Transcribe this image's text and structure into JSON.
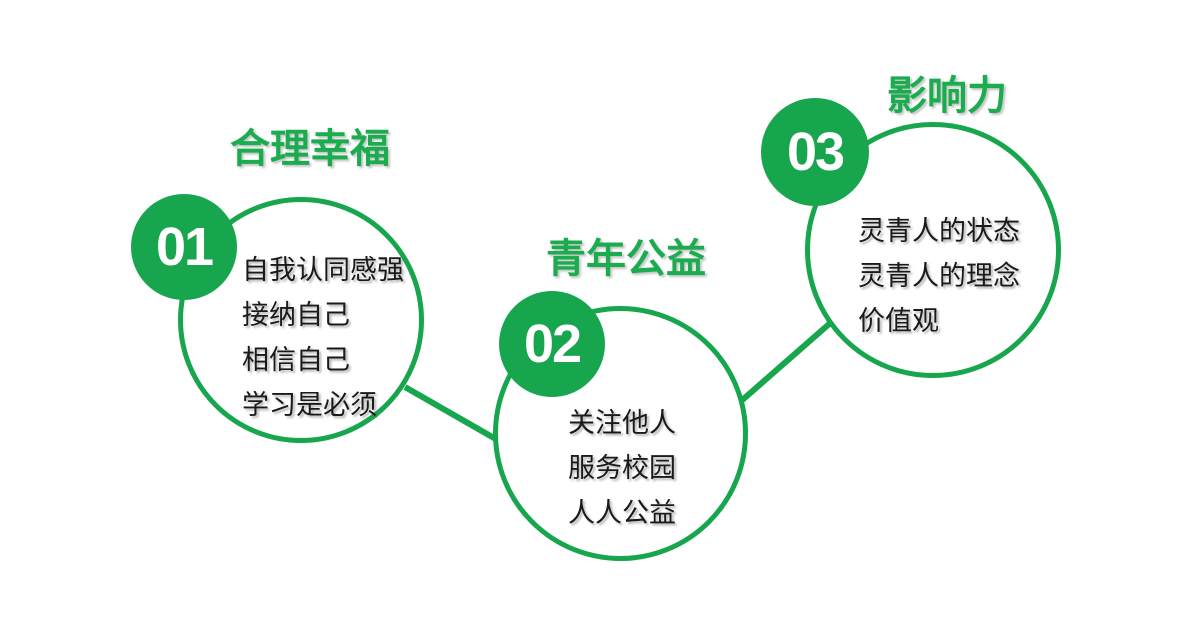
{
  "diagram": {
    "background_color": "#ffffff",
    "accent_green": "#17A64E",
    "title_green": "#1CAC50",
    "body_text_color": "#1a1a1a",
    "badge_text_color": "#ffffff",
    "steps": [
      {
        "number": "01",
        "title": "合理幸福",
        "items": [
          "自我认同感强",
          "接纳自己",
          "相信自己",
          "学习是必须"
        ]
      },
      {
        "number": "02",
        "title": "青年公益",
        "items": [
          "关注他人",
          "服务校园",
          "人人公益"
        ]
      },
      {
        "number": "03",
        "title": "影响力",
        "items": [
          "灵青人的状态",
          "灵青人的理念",
          "价值观"
        ]
      }
    ]
  }
}
